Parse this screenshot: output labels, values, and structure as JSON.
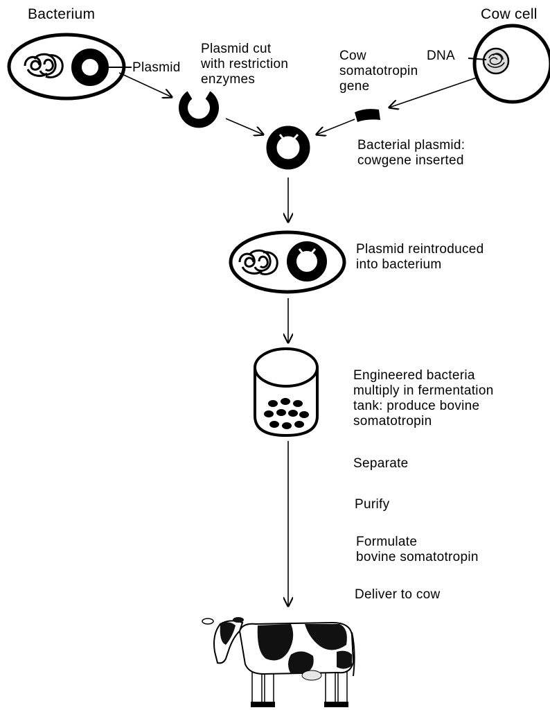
{
  "labels": {
    "bacterium": "Bacterium",
    "cow_cell": "Cow cell",
    "plasmid": "Plasmid",
    "plasmid_cut": "Plasmid cut\nwith restriction\nenzymes",
    "cow_gene": "Cow\nsomatotropin\ngene",
    "dna": "DNA",
    "plasmid_inserted": "Bacterial plasmid:\ncowgene inserted",
    "reintroduced": "Plasmid reintroduced\ninto bacterium",
    "multiply": "Engineered bacteria\nmultiply in fermentation\ntank: produce bovine\nsomatotropin",
    "separate": "Separate",
    "purify": "Purify",
    "formulate": "Formulate\nbovine somatotropin",
    "deliver": "Deliver to cow"
  },
  "icons": {
    "bacterium": "bacterium-icon",
    "cow_cell": "cow-cell-icon",
    "plasmid": "plasmid-ring-icon",
    "cut_plasmid": "cut-plasmid-icon",
    "gene_fragment": "gene-fragment-icon",
    "recombinant_plasmid": "recombinant-plasmid-icon",
    "fermentation_tank": "fermentation-tank-icon",
    "cow": "cow-icon"
  },
  "colors": {
    "ink": "#000000",
    "background": "#ffffff"
  }
}
